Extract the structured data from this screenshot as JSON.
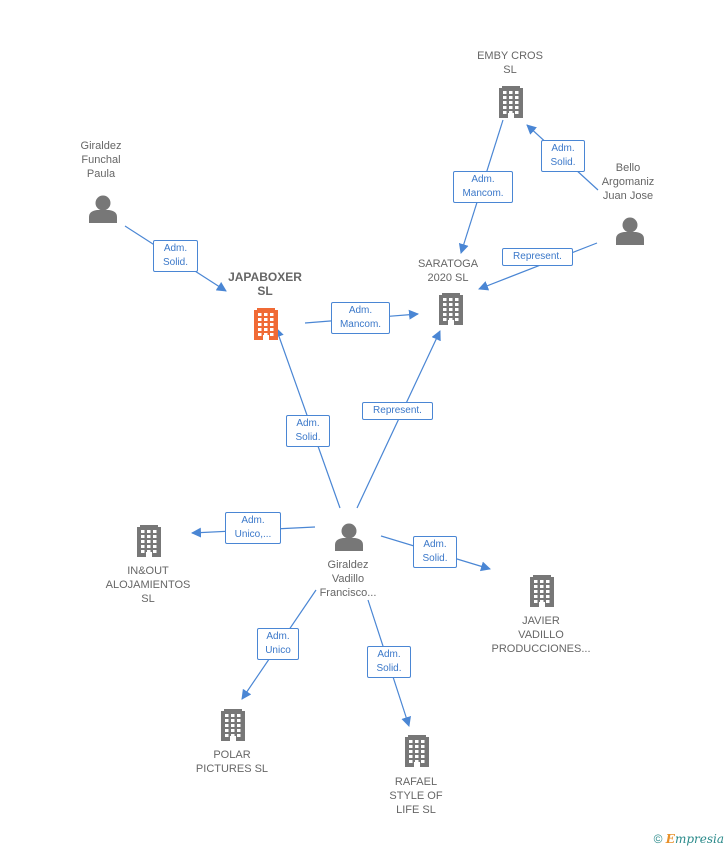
{
  "nodes": {
    "emby": {
      "label": "EMBY CROS\nSL",
      "type": "company"
    },
    "giraldez_funchal": {
      "label": "Giraldez\nFunchal\nPaula",
      "type": "person"
    },
    "bello": {
      "label": "Bello\nArgomaniz\nJuan Jose",
      "type": "person"
    },
    "japaboxer": {
      "label": "JAPABOXER\nSL",
      "type": "company-focus"
    },
    "saratoga": {
      "label": "SARATOGA\n2020  SL",
      "type": "company"
    },
    "inout": {
      "label": "IN&OUT\nALOJAMIENTOS\nSL",
      "type": "company"
    },
    "giraldez_vadillo": {
      "label": "Giraldez\nVadillo\nFrancisco...",
      "type": "person"
    },
    "javier": {
      "label": "JAVIER\nVADILLO\nPRODUCCIONES...",
      "type": "company"
    },
    "polar": {
      "label": "POLAR\nPICTURES SL",
      "type": "company"
    },
    "rafael": {
      "label": "RAFAEL\nSTYLE OF\nLIFE  SL",
      "type": "company"
    }
  },
  "edges": [
    {
      "id": "e1",
      "label": "Adm.\nSolid."
    },
    {
      "id": "e2",
      "label": "Adm.\nMancom."
    },
    {
      "id": "e3",
      "label": "Adm.\nMancom."
    },
    {
      "id": "e4",
      "label": "Adm.\nSolid."
    },
    {
      "id": "e5",
      "label": "Represent."
    },
    {
      "id": "e6",
      "label": "Adm.\nSolid."
    },
    {
      "id": "e7",
      "label": "Represent."
    },
    {
      "id": "e8",
      "label": "Adm.\nUnico,..."
    },
    {
      "id": "e9",
      "label": "Adm.\nSolid."
    },
    {
      "id": "e10",
      "label": "Adm.\nUnico"
    },
    {
      "id": "e11",
      "label": "Adm.\nSolid."
    }
  ],
  "colors": {
    "edge": "#4a86d4",
    "node_icon": "#777777",
    "focus_icon": "#f06a35"
  },
  "footer": {
    "copyright": "©",
    "brand_first": "E",
    "brand_rest": "mpresia"
  }
}
